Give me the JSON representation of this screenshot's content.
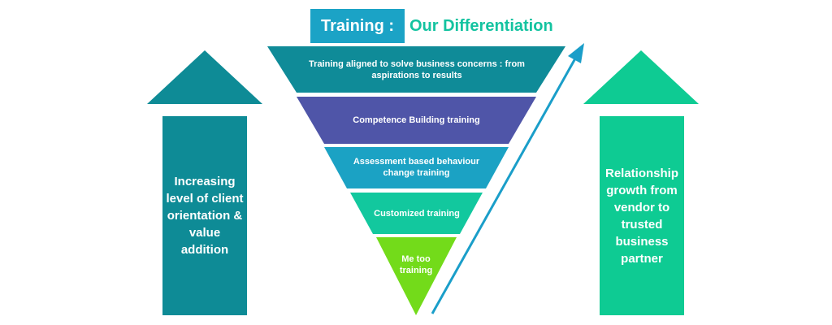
{
  "title": {
    "prefix": "Training :",
    "rest": "Our Differentiation",
    "prefix_bg": "#1ba3c6",
    "rest_color": "#13c3a0"
  },
  "left_arrow": {
    "label": "Increasing level of client orientation & value addition",
    "color": "#0e8b96"
  },
  "right_arrow": {
    "label": "Relationship growth from vendor to trusted business partner",
    "color": "#0ecb93"
  },
  "growth_arrow_color": "#1a9ec9",
  "funnel": [
    {
      "label": "Training aligned to solve business concerns : from aspirations to results",
      "color": "#0f8b98"
    },
    {
      "label": "Competence Building training",
      "color": "#4f55a8"
    },
    {
      "label": "Assessment based behaviour change training",
      "color": "#1ba2c4"
    },
    {
      "label": "Customized training",
      "color": "#12c89e"
    },
    {
      "label": "Me too training",
      "color": "#73db1a"
    }
  ]
}
